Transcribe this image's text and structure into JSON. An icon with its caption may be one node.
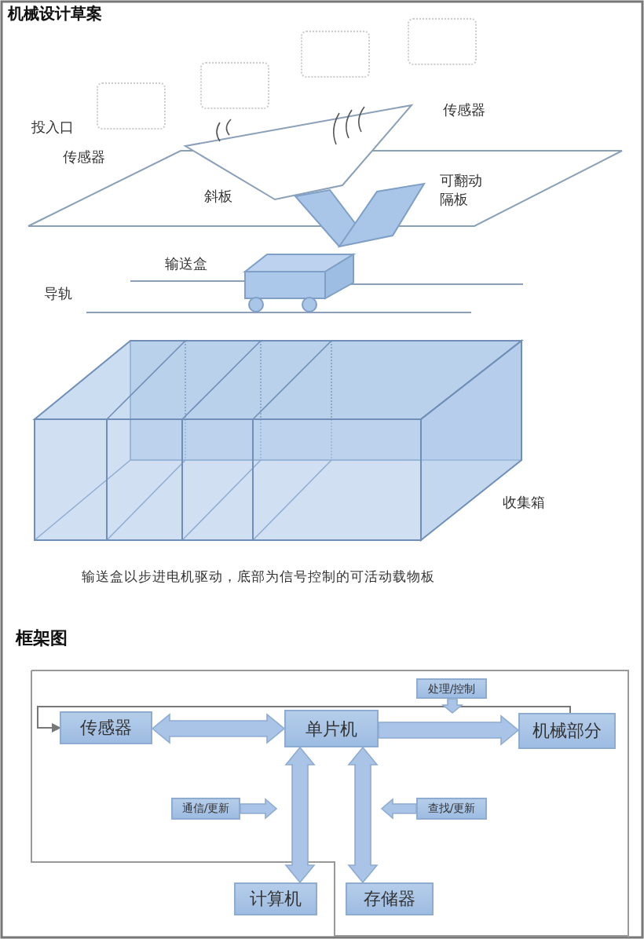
{
  "diagram": {
    "title": "机械设计草案",
    "nodes": [
      {
        "text": [
          "处理/控制"
        ]
      },
      {
        "text": [
          "传感器"
        ]
      },
      {
        "text": [
          "单片机"
        ]
      },
      {
        "text": [
          "机械部分"
        ]
      },
      {
        "text": [
          "通信/更新"
        ]
      },
      {
        "text": [
          "查找/更新"
        ]
      },
      {
        "text": [
          "计算机"
        ]
      },
      {
        "text": [
          "存储器"
        ]
      }
    ],
    "edges": [
      {
        "from": 1,
        "to": 2,
        "arrow": "both"
      },
      {
        "from": 2,
        "to": 3,
        "arrow": "to"
      },
      {
        "from": 2,
        "to": 6,
        "arrow": "both"
      },
      {
        "from": 2,
        "to": 7,
        "arrow": "both"
      },
      {
        "from": 3,
        "to": 1,
        "arrow": "to"
      },
      {
        "from": 0,
        "to": null,
        "arrow": "to"
      },
      {
        "from": 4,
        "to": null,
        "arrow": "to"
      },
      {
        "from": 5,
        "to": null,
        "arrow": "to"
      }
    ],
    "labels": [
      "投入口",
      "传感器",
      "传感器",
      "斜板",
      "可翻动隔板",
      "输送盒",
      "导轨",
      "收集箱",
      "输送盒以步进电机驱动，底部为信号控制的可活动载物板",
      "框架图"
    ]
  }
}
